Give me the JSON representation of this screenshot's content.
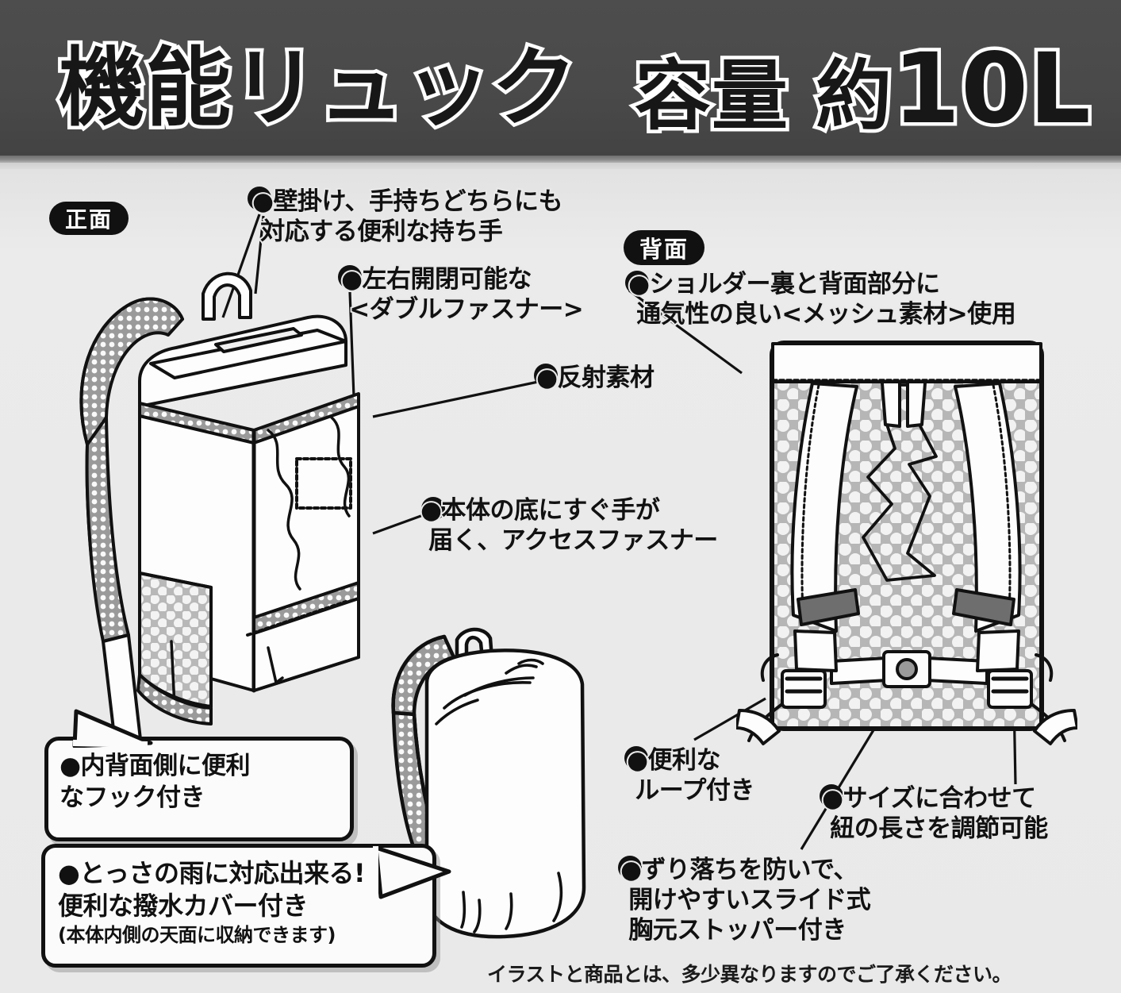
{
  "header": {
    "title": "機能リュック",
    "capacity_label": "容量 約",
    "capacity_value": "10L"
  },
  "views": {
    "front_label": "正面",
    "back_label": "背面"
  },
  "callouts": {
    "handle": "●壁掛け、手持ちどちらにも\n 対応する便利な持ち手",
    "zipper": "●左右開閉可能な\n <ダブルファスナー>",
    "mesh": "●ショルダー裏と背面部分に\n 通気性の良い<メッシュ素材>使用",
    "reflective": "●反射素材",
    "access_zipper": "●本体の底にすぐ手が\n 届く、アクセスファスナー",
    "loop": "●便利な\n ループ付き",
    "size_adjust": "●サイズに合わせて\n 紐の長さを調節可能",
    "chest_stopper": "●ずり落ちを防いで、\n 開けやすいスライド式\n 胸元ストッパー付き"
  },
  "boxes": {
    "hook": "●内背面側に便利\nなフック付き",
    "rain_line1": "●とっさの雨に対応出来る!",
    "rain_line2": "便利な撥水カバー付き",
    "rain_line3": "(本体内側の天面に収納できます)"
  },
  "footnote": "イラストと商品とは、多少異なりますのでご了承ください。",
  "colors": {
    "header_bg": "#4a4a4a",
    "body_bg": "#e9e9e9",
    "ink": "#111111",
    "outline": "#ffffff"
  }
}
